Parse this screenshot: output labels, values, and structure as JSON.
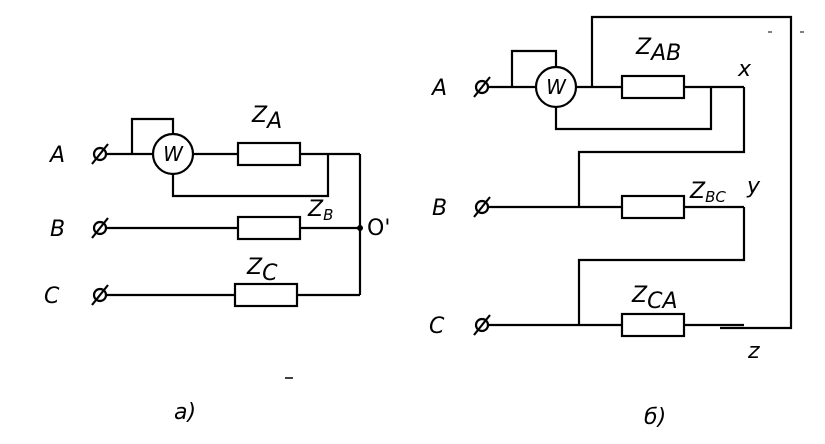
{
  "circuit_a": {
    "terminals": {
      "a": "A",
      "b": "B",
      "c": "C"
    },
    "wattmeter": "W",
    "z_a": {
      "main": "Z",
      "sub": "A"
    },
    "z_b": {
      "main": "Z",
      "sub": "B"
    },
    "z_c": {
      "main": "Z",
      "sub": "C"
    },
    "neutral": "O'",
    "caption": "а)"
  },
  "circuit_b": {
    "terminals": {
      "a": "A",
      "b": "B",
      "c": "C"
    },
    "wattmeter": "W",
    "z_ab": {
      "main": "Z",
      "sub": "AB"
    },
    "z_bc": {
      "main": "Z",
      "sub": "BC"
    },
    "z_ca": {
      "main": "Z",
      "sub": "CA"
    },
    "node_x": "x",
    "node_y": "y",
    "node_z": "z",
    "caption": "б)"
  }
}
